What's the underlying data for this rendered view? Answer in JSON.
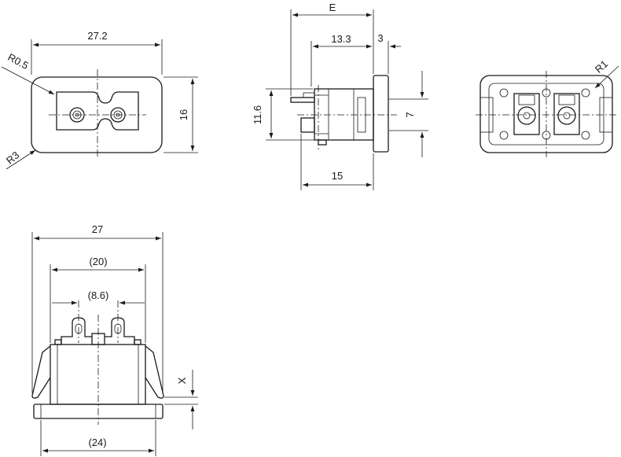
{
  "dims": {
    "width_top": "27.2",
    "radius_small": "R0.5",
    "height_front": "16",
    "radius_corner": "R3",
    "e_label": "E",
    "depth_13": "13.3",
    "flange_3": "3",
    "height_side": "11.6",
    "offset_7": "7",
    "depth_15": "15",
    "radius_rear": "R1",
    "width_bottom": "27",
    "width_inner": "(20)",
    "pin_pitch": "(8.6)",
    "offset_x": "X",
    "width_flange": "(24)"
  }
}
